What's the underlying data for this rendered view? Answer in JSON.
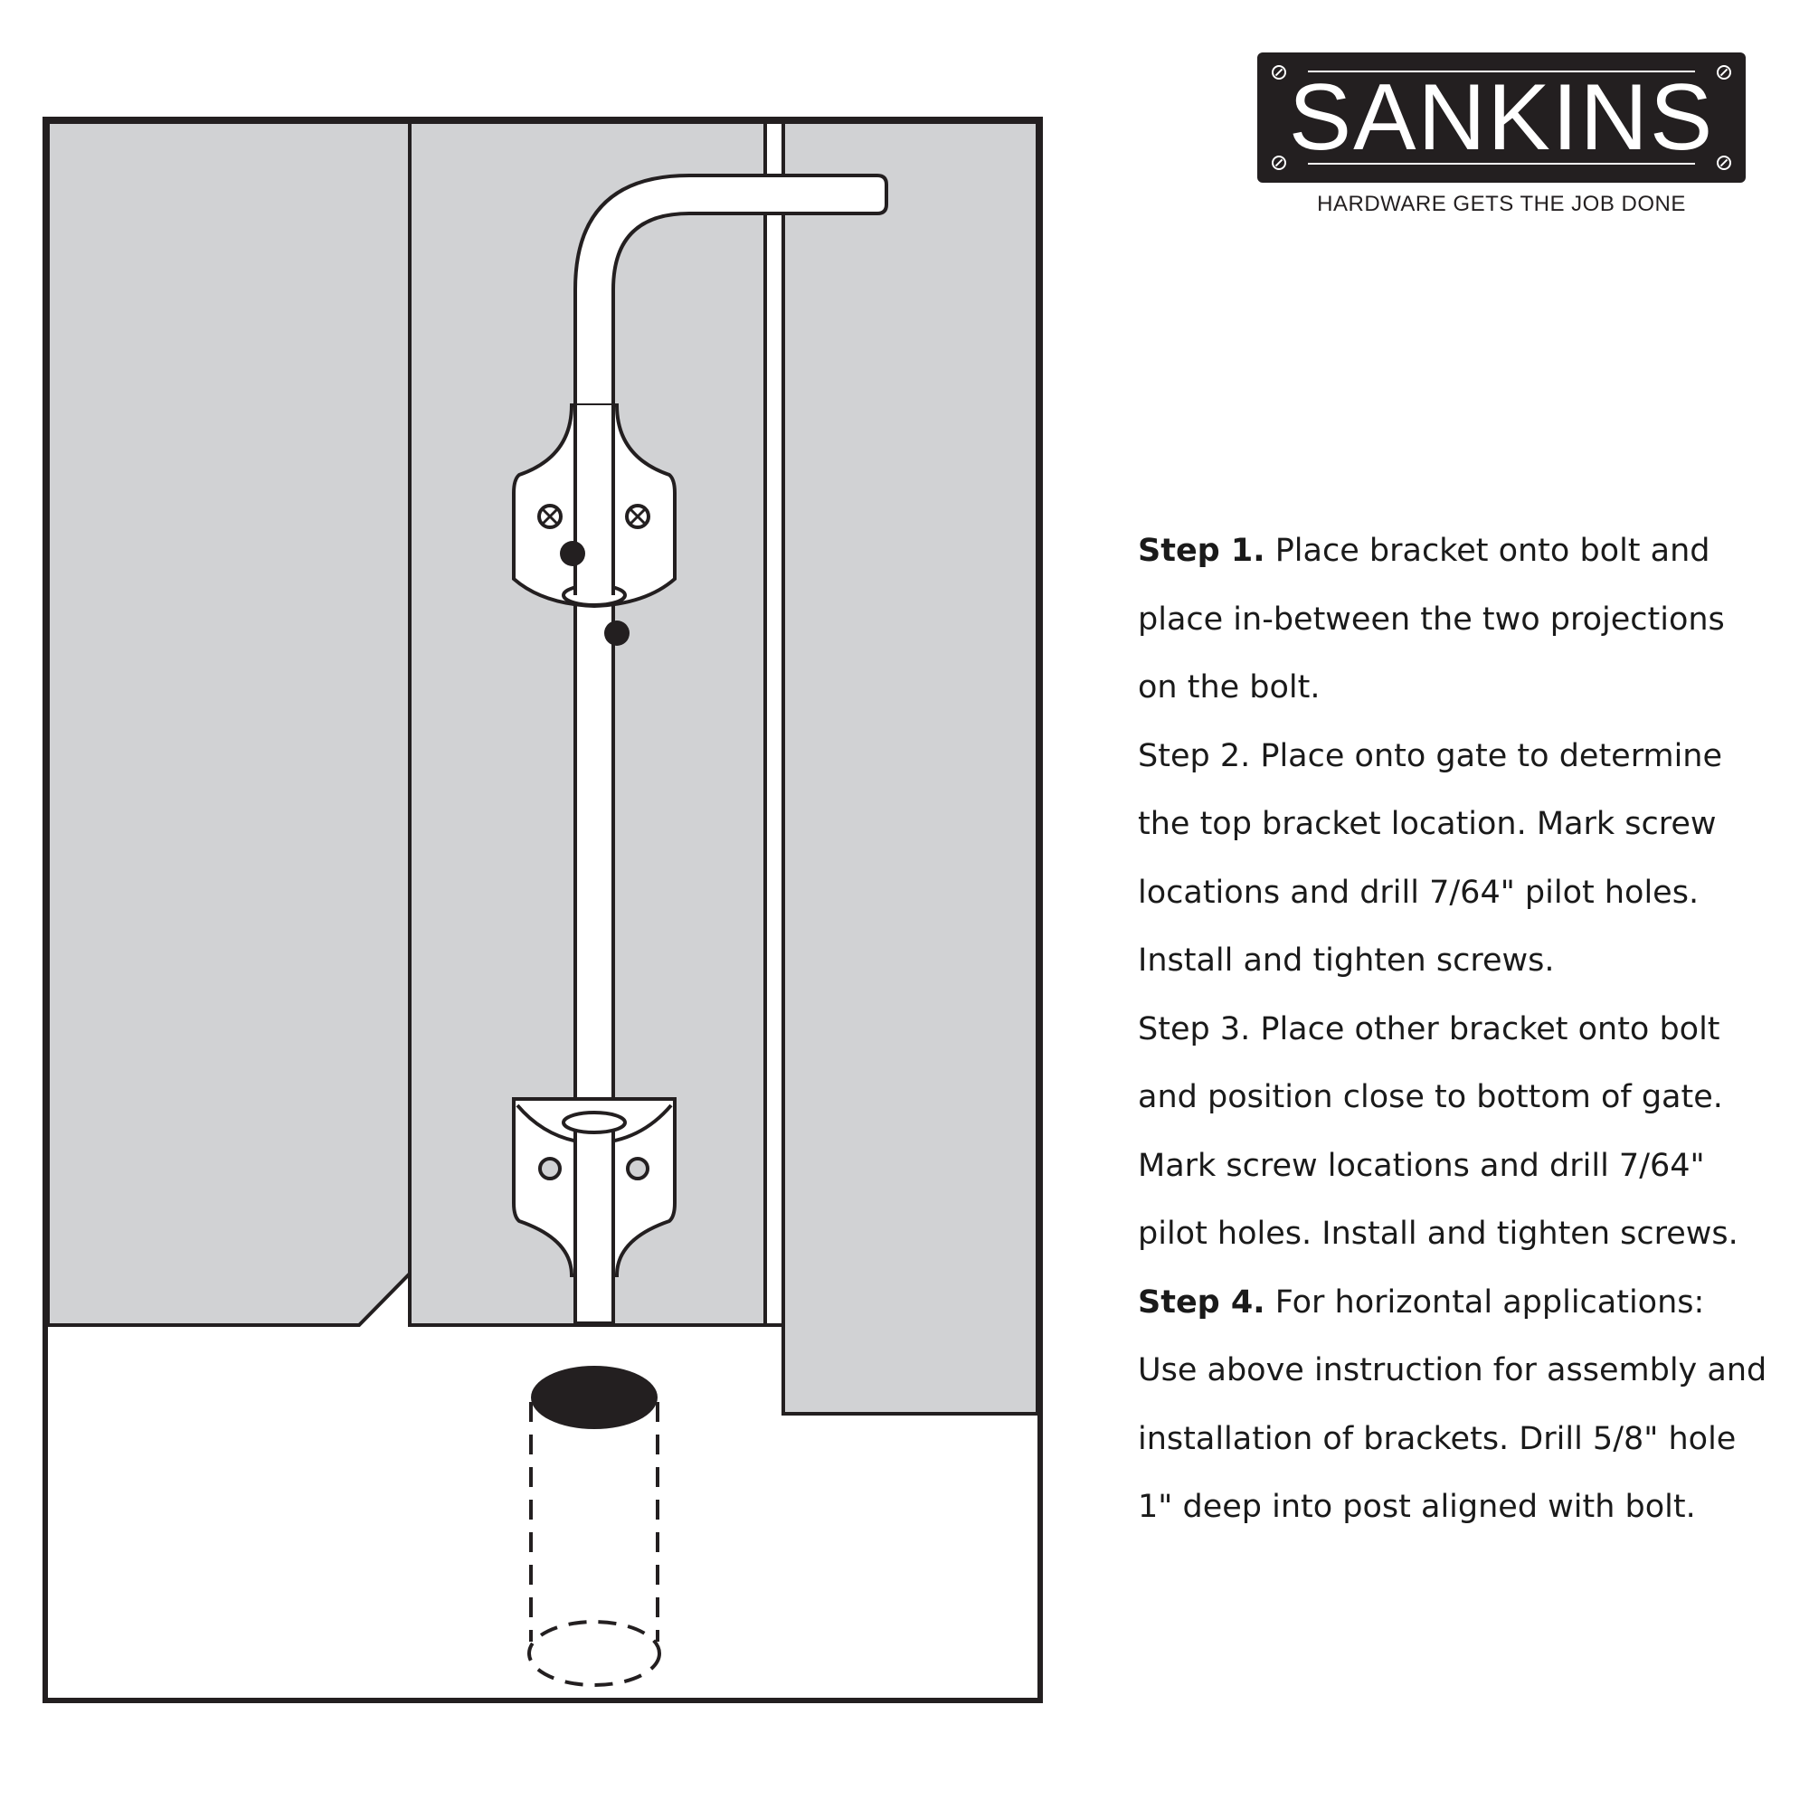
{
  "brand": {
    "name": "SANKINS",
    "tagline": "HARDWARE GETS THE JOB DONE"
  },
  "steps": [
    {
      "label": "Step 1.",
      "text": " Place bracket onto bolt and place in-between the two projections on the bolt."
    },
    {
      "label": "Step 2.",
      "text": " Place onto gate to determine the top bracket location. Mark screw locations and drill 7/64\" pilot holes. Install and tighten screws."
    },
    {
      "label": "Step 3.",
      "text": " Place other bracket onto bolt and position close to bottom of gate. Mark screw locations and drill 7/64\" pilot holes. Install and tighten screws."
    },
    {
      "label": "Step 4.",
      "text": " For horizontal applications: Use above instruction for assembly and installation of brackets. Drill 5/8\" hole 1\" deep into post aligned with bolt."
    }
  ],
  "colors": {
    "panel": "#d1d2d4",
    "outline": "#231f20",
    "metal": "#ffffff"
  }
}
